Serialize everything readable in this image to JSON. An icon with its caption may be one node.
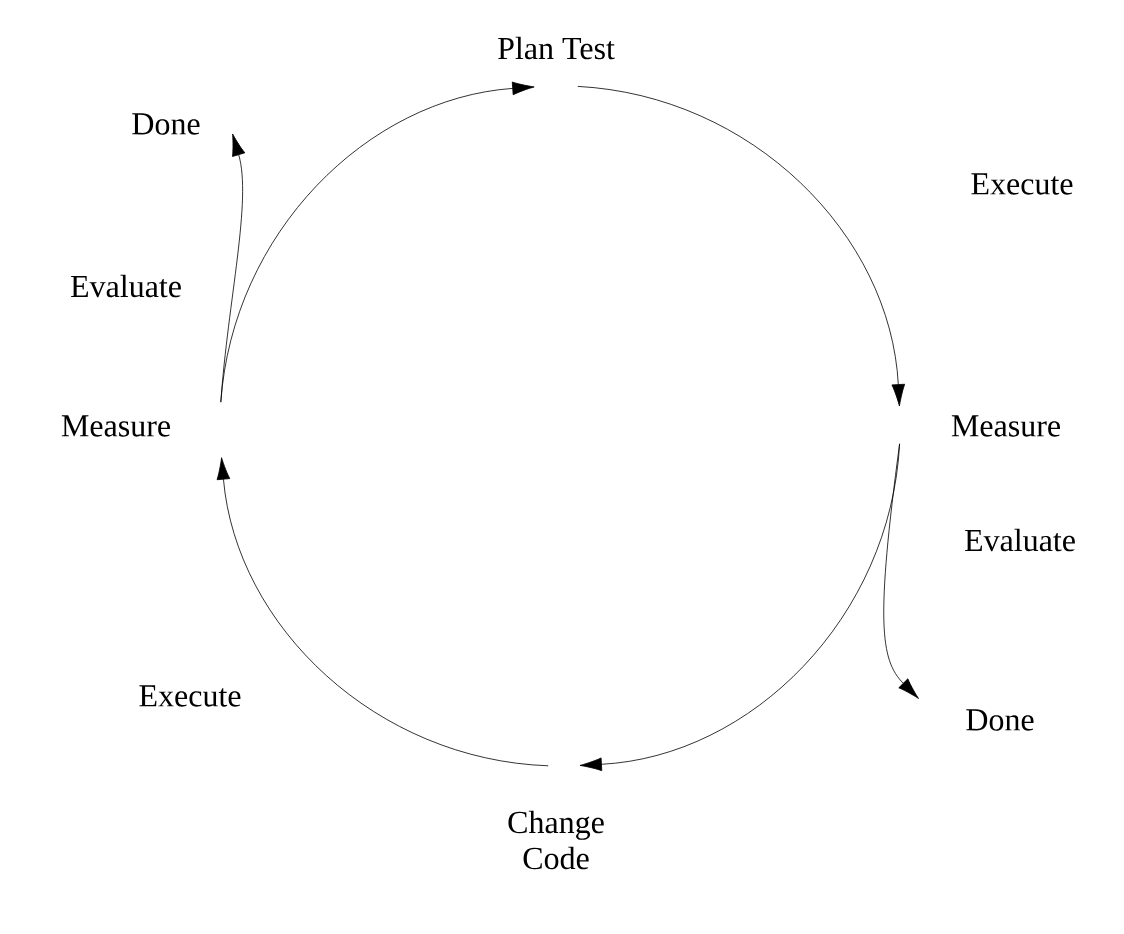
{
  "diagram": {
    "nodes": [
      {
        "text": [
          "Plan Test"
        ]
      },
      {
        "text": [
          "Done"
        ]
      },
      {
        "text": [
          "Measure"
        ]
      },
      {
        "text": [
          "Measure"
        ]
      },
      {
        "text": [
          "Done"
        ]
      },
      {
        "text": [
          "Change Code"
        ]
      }
    ],
    "edges": [
      {
        "from": 0,
        "to": 3,
        "arrow": "to",
        "label": "Execute"
      },
      {
        "from": 3,
        "to": 5,
        "arrow": "to"
      },
      {
        "from": 5,
        "to": 2,
        "arrow": "to",
        "label": "Execute"
      },
      {
        "from": 2,
        "to": 0,
        "arrow": "to"
      },
      {
        "from": 2,
        "to": 1,
        "arrow": "to",
        "label": "Evaluate"
      },
      {
        "from": 3,
        "to": 4,
        "arrow": "to",
        "label": "Evaluate"
      }
    ]
  }
}
